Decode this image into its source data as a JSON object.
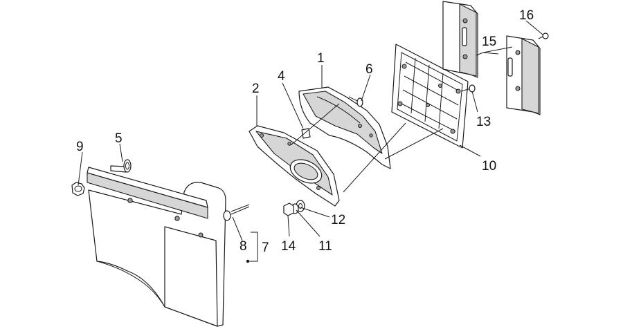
{
  "callouts": {
    "c1": "1",
    "c2": "2",
    "c4": "4",
    "c5": "5",
    "c6": "6",
    "c7": "7",
    "c8": "8",
    "c9": "9",
    "c10": "10",
    "c11": "11",
    "c12": "12",
    "c13": "13",
    "c14": "14",
    "c15": "15",
    "c16": "16"
  },
  "colors": {
    "line": "#1a1a1a",
    "part_fill": "#ffffff",
    "part_shade": "#d6d6d6"
  }
}
